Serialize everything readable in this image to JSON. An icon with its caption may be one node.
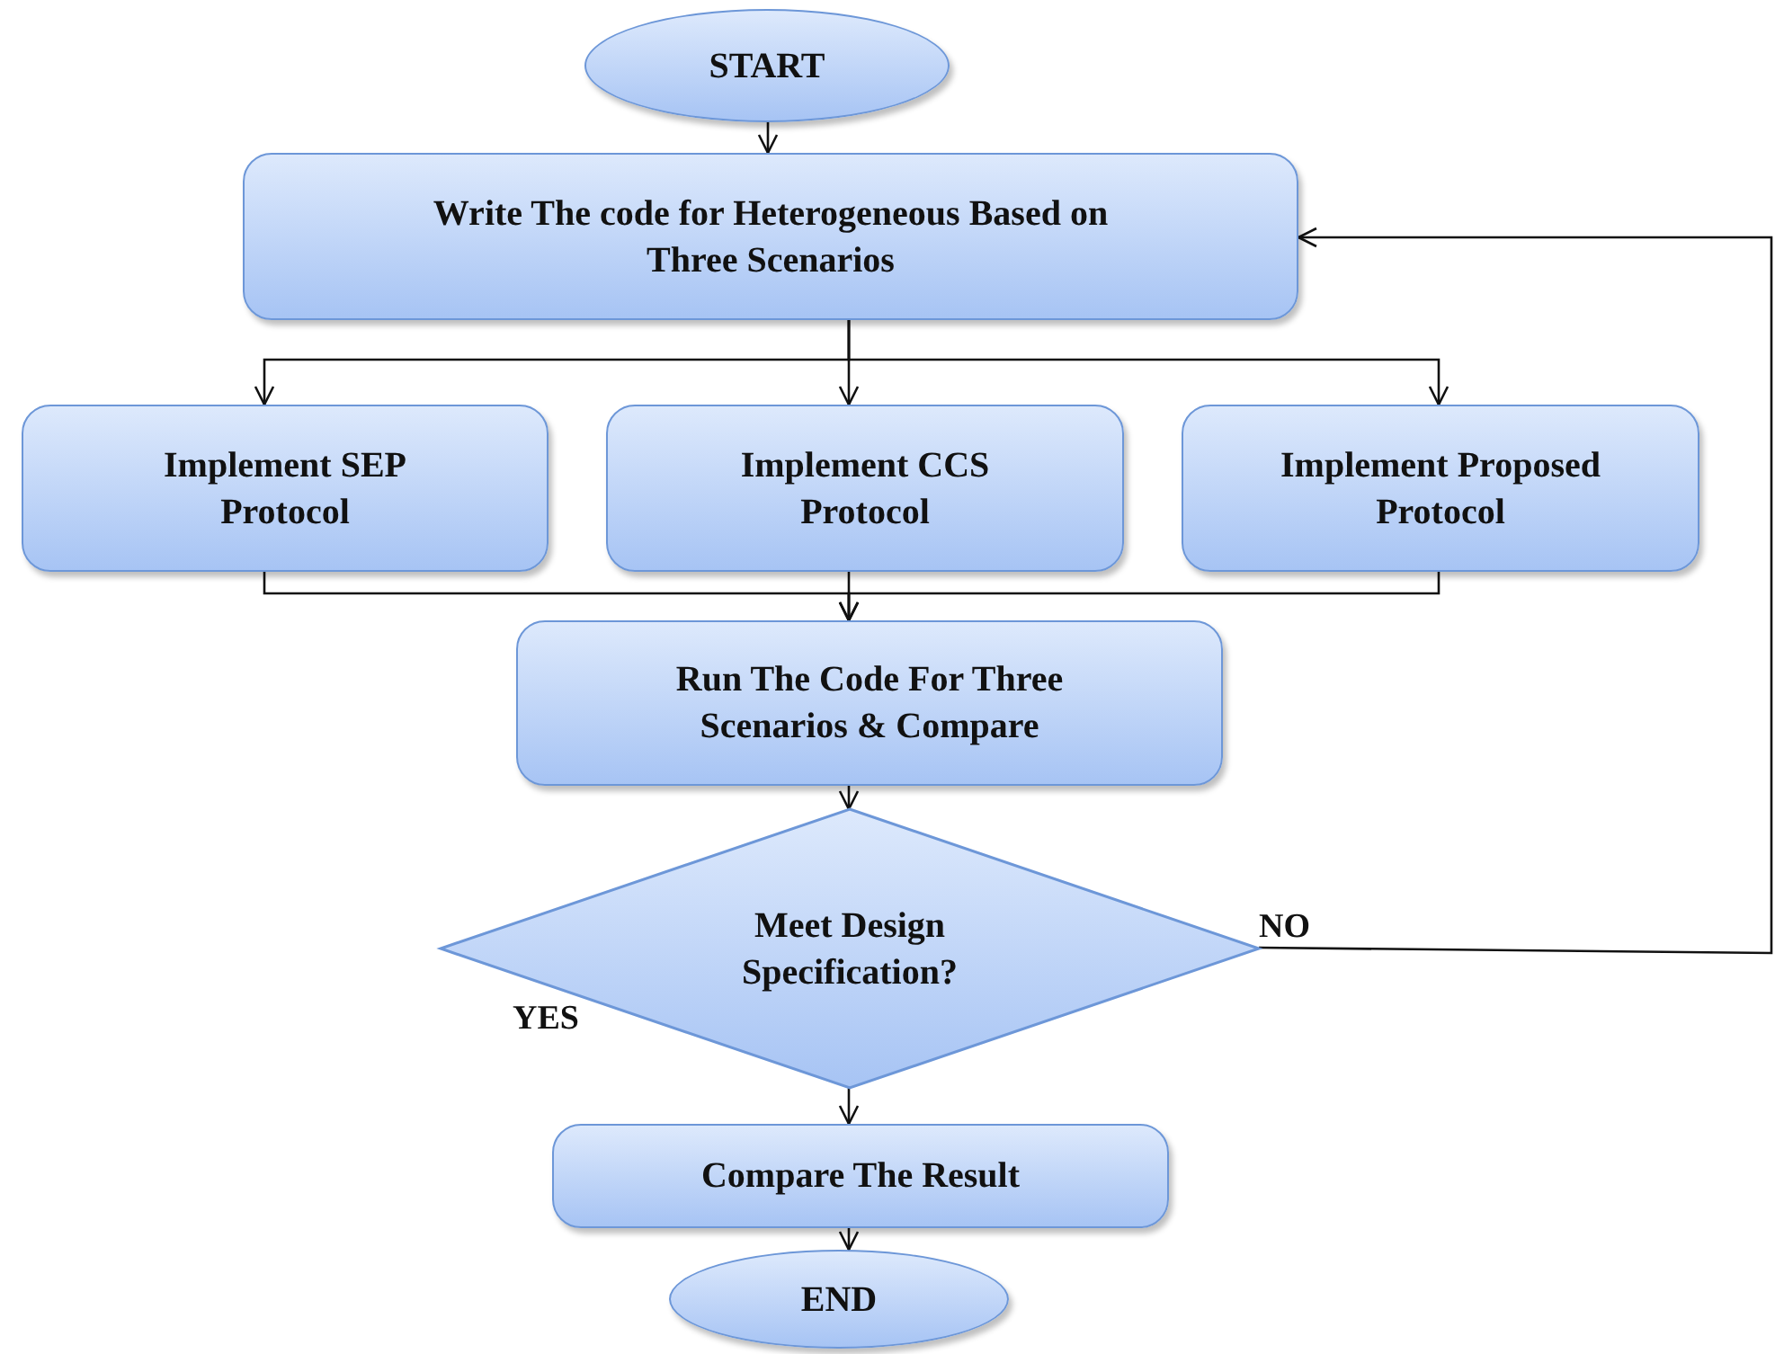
{
  "diagram": {
    "nodes": [
      {
        "text": [
          "START"
        ]
      },
      {
        "text": [
          "Write The code for Heterogeneous Based on Three Scenarios"
        ]
      },
      {
        "text": [
          "Implement SEP Protocol"
        ]
      },
      {
        "text": [
          "Implement CCS Protocol"
        ]
      },
      {
        "text": [
          "Implement Proposed Protocol"
        ]
      },
      {
        "text": [
          "Run The Code For Three Scenarios & Compare"
        ]
      },
      {
        "text": [
          "Meet Design Specification?"
        ]
      },
      {
        "text": [
          "Compare The Result"
        ]
      },
      {
        "text": [
          "END"
        ]
      }
    ],
    "edges": [
      {
        "from": 0,
        "to": 1,
        "arrow": "to"
      },
      {
        "from": 1,
        "to": 2,
        "arrow": "to"
      },
      {
        "from": 1,
        "to": 3,
        "arrow": "to"
      },
      {
        "from": 1,
        "to": 4,
        "arrow": "to"
      },
      {
        "from": 2,
        "to": 5,
        "arrow": "to"
      },
      {
        "from": 3,
        "to": 5,
        "arrow": "to"
      },
      {
        "from": 4,
        "to": 5,
        "arrow": "to"
      },
      {
        "from": 5,
        "to": 6,
        "arrow": "to"
      },
      {
        "from": 6,
        "to": 7,
        "arrow": "to"
      },
      {
        "from": 6,
        "to": 1,
        "arrow": "to",
        "label": "NO"
      },
      {
        "from": 7,
        "to": 8,
        "arrow": "to"
      }
    ],
    "labels": [
      "YES"
    ]
  }
}
